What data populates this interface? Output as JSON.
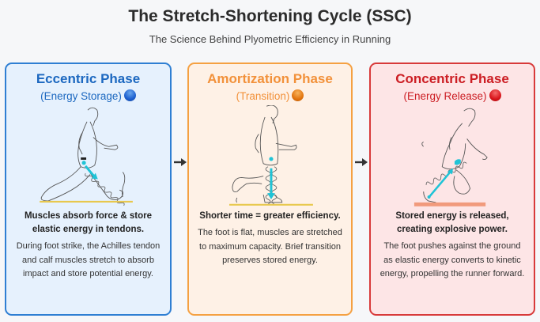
{
  "header": {
    "title": "The Stretch-Shortening Cycle (SSC)",
    "subtitle": "The Science Behind Plyometric Efficiency in Running"
  },
  "phases": [
    {
      "title": "Eccentric Phase",
      "subtitle": "(Energy Storage)",
      "indicator_icon": "blue-circle-icon",
      "accent_color": "#1c68c0",
      "lead": "Muscles absorb force & store elastic energy in tendons.",
      "body": "During foot strike, the Achilles tendon and calf muscles stretch to absorb impact and store potential energy."
    },
    {
      "title": "Amortization Phase",
      "subtitle": "(Transition)",
      "indicator_icon": "orange-circle-icon",
      "accent_color": "#f2913a",
      "lead": "Shorter time = greater efficiency.",
      "body": "The foot is flat, muscles are stretched to maximum capacity. Brief transition preserves stored energy."
    },
    {
      "title": "Concentric Phase",
      "subtitle": "(Energy Release)",
      "indicator_icon": "red-circle-icon",
      "accent_color": "#cc1e24",
      "lead": "Stored energy is released, creating explosive power.",
      "body": "The foot pushes against the ground as elastic energy converts to kinetic energy, propelling the runner forward."
    }
  ],
  "connectors": [
    "right-arrow-icon",
    "right-arrow-icon"
  ]
}
